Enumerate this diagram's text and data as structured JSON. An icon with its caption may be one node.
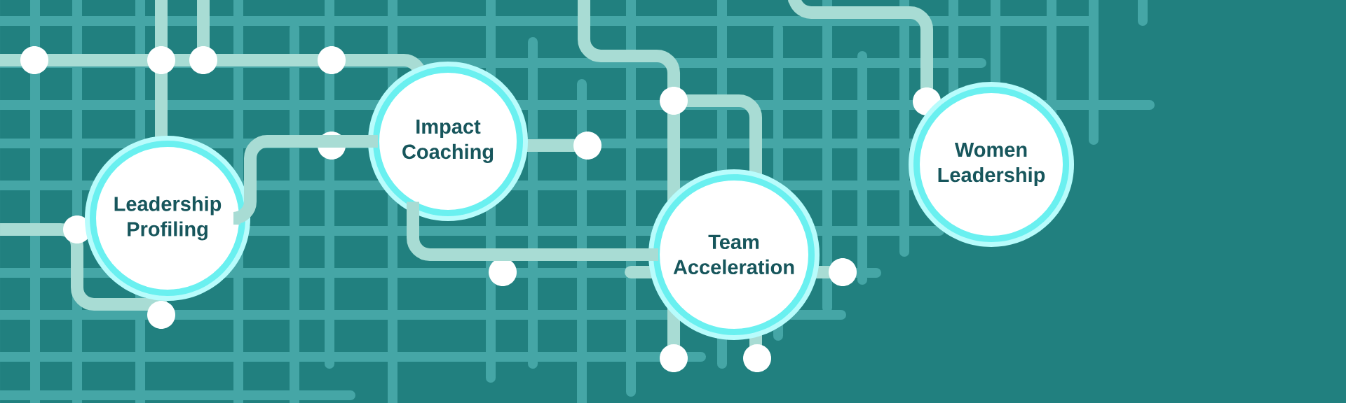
{
  "diagram": {
    "nodes": [
      {
        "text": [
          "Leadership Profiling"
        ]
      },
      {
        "text": [
          "Impact Coaching"
        ]
      },
      {
        "text": [
          "Team Acceleration"
        ]
      },
      {
        "text": [
          "Women Leadership"
        ]
      }
    ],
    "edges": [
      {
        "from": 0,
        "to": 1,
        "arrow": "none"
      },
      {
        "from": 1,
        "to": 2,
        "arrow": "none"
      }
    ]
  }
}
